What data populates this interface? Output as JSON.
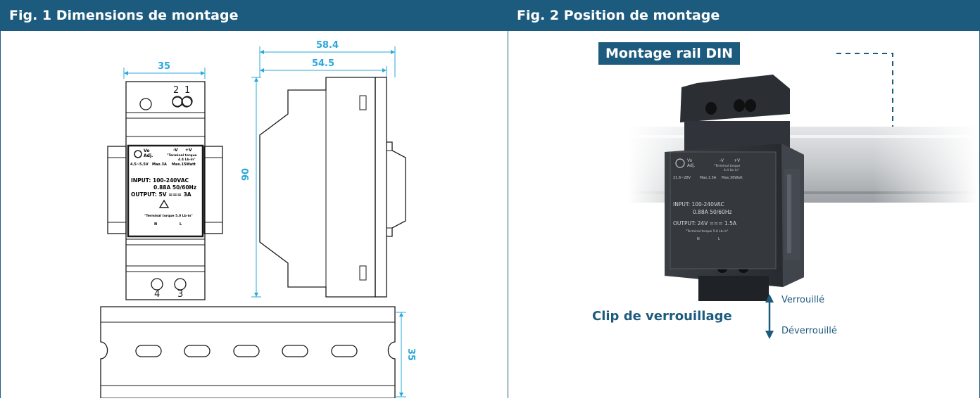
{
  "fig1": {
    "title": "Fig. 1 Dimensions de montage",
    "dim_width": "35",
    "dim_depth_total": "58.4",
    "dim_depth_body": "54.5",
    "dim_height": "90",
    "dim_rail": "35",
    "terminal_top_2": "2",
    "terminal_top_1": "1",
    "terminal_bottom_4": "4",
    "terminal_bottom_3": "3",
    "label": {
      "vo": "Vo",
      "adj": "Adj.",
      "minus_v": "-V",
      "plus_v": "+V",
      "torque_top": "\"Terminal torque",
      "torque_top_val": "4.4 Lb-in\"",
      "range": "4.5~5.5V",
      "max_a": "Max.3A",
      "max_w": "Max.15Watt",
      "input": "INPUT: 100-240VAC",
      "input_current": "0.88A  50/60Hz",
      "output": "OUTPUT:  5V === 3A",
      "torque_bottom": "\"Terminal torque 5.0 Lb-in\"",
      "n": "N",
      "l": "L"
    }
  },
  "fig2": {
    "title": "Fig. 2 Position de montage",
    "rail_label": "Montage rail DIN",
    "clip_label": "Clip de verrouillage",
    "locked": "Verrouillé",
    "unlocked": "Déverrouillé",
    "photo": {
      "vo": "Vo",
      "adj": "Adj.",
      "minus_v": "-V",
      "plus_v": "+V",
      "torque_top": "\"Terminal torque",
      "torque_top_val": "4.4 Lb-in\"",
      "range": "21.6~28V",
      "max_a": "Max.1.5A",
      "max_w": "Max.36Watt",
      "input": "INPUT: 100-240VAC",
      "input_current": "0.88A  50/60Hz",
      "output": "OUTPUT: 24V === 1.5A",
      "torque_bottom": "\"Terminal torque 5.0 Lb-in\"",
      "n": "N",
      "l": "L"
    }
  },
  "colors": {
    "header_bg": "#1c5a7e",
    "dimension": "#2aa8d9",
    "device_body": "#2b2f33"
  }
}
